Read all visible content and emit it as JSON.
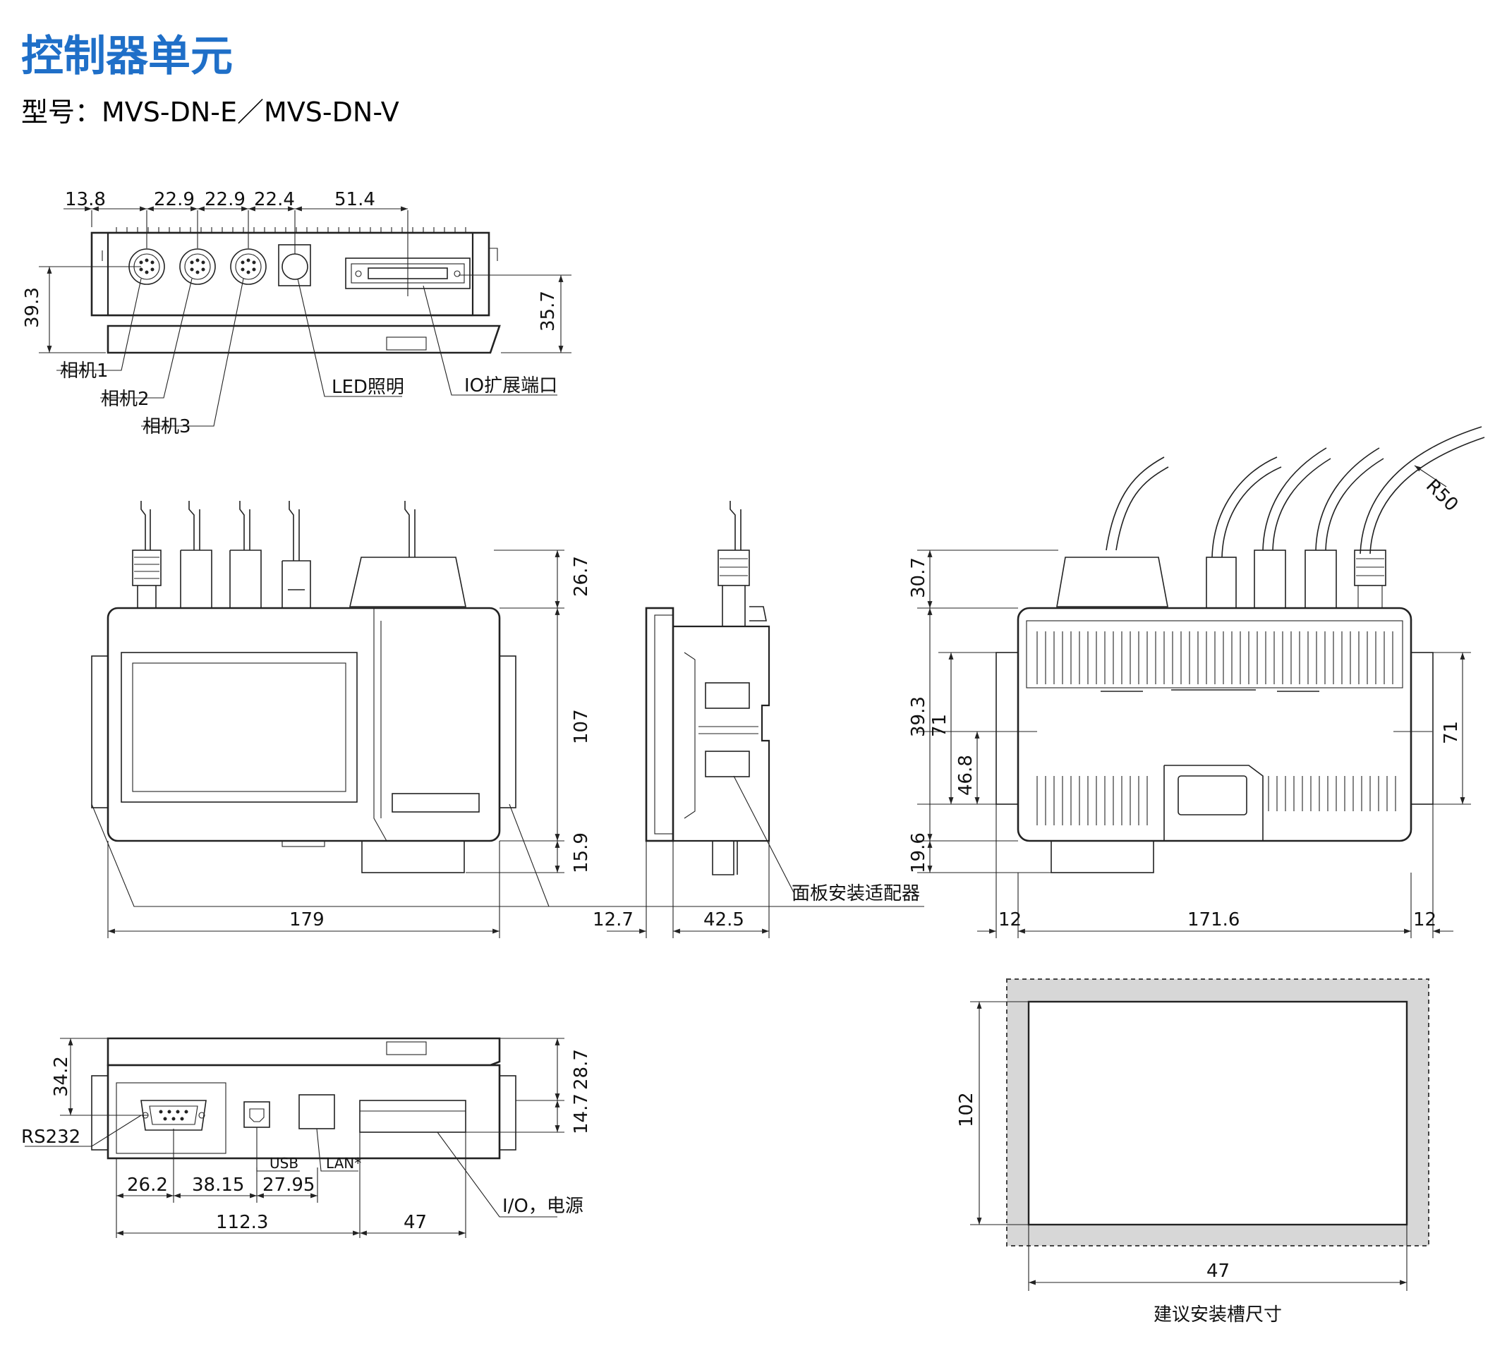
{
  "header": {
    "title": "控制器单元",
    "model": "型号：MVS-DN-E／MVS-DN-V"
  },
  "colors": {
    "title": "#1f6fc8",
    "line": "#222222",
    "cutout_fill": "#d7d7d7"
  },
  "top_view": {
    "dims": [
      "13.8",
      "22.9",
      "22.9",
      "22.4",
      "51.4",
      "39.3",
      "35.7"
    ],
    "labels": {
      "camera1": "相机1",
      "camera2": "相机2",
      "camera3": "相机3",
      "led": "LED照明",
      "io_port": "IO扩展端口"
    }
  },
  "front_view": {
    "dims": {
      "top": "26.7",
      "height": "107",
      "bottom": "15.9",
      "width": "179"
    }
  },
  "side_view": {
    "dims": {
      "depth1": "12.7",
      "depth2": "42.5"
    },
    "label": "面板安装适配器"
  },
  "back_view": {
    "dims": {
      "top": "30.7",
      "mid": "39.3",
      "left71": "71",
      "lower": "46.8",
      "bottom": "19.6",
      "right71": "71",
      "side_left": "12",
      "width": "171.6",
      "side_right": "12"
    },
    "radius": "R50"
  },
  "bottom_view": {
    "dims": {
      "left_h": "34.2",
      "right_h1": "28.7",
      "right_h2": "14.7",
      "w1": "26.2",
      "w2": "38.15",
      "w3": "27.95",
      "total": "112.3",
      "io_w": "47"
    },
    "labels": {
      "rs232": "RS232",
      "usb": "USB",
      "lan": "LAN*",
      "io_power": "I/O，电源"
    }
  },
  "cutout": {
    "height": "102",
    "width": "47",
    "caption": "建议安装槽尺寸"
  }
}
